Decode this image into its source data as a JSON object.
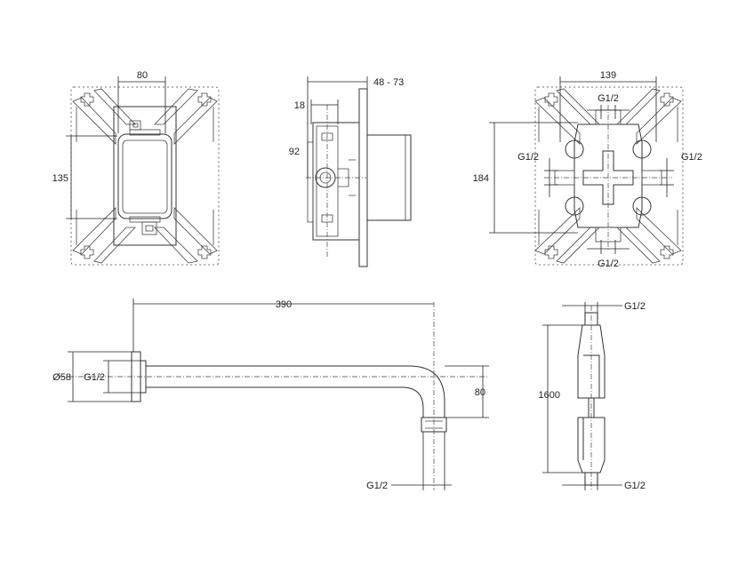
{
  "views": {
    "frame_front": {
      "width": "80",
      "height": "135"
    },
    "frame_side": {
      "depth_range": "48 - 73",
      "offset": "18",
      "center_height": "92"
    },
    "valve_back": {
      "width": "139",
      "height": "184",
      "ports": [
        "G1/2",
        "G1/2",
        "G1/2",
        "G1/2"
      ]
    },
    "shower_arm": {
      "length": "390",
      "drop": "80",
      "rosette_diameter": "Ø58",
      "inlet_thread": "G1/2",
      "outlet_thread": "G1/2"
    },
    "shower_hose": {
      "length": "1600",
      "top_thread": "G1/2",
      "bottom_thread": "G1/2"
    }
  }
}
